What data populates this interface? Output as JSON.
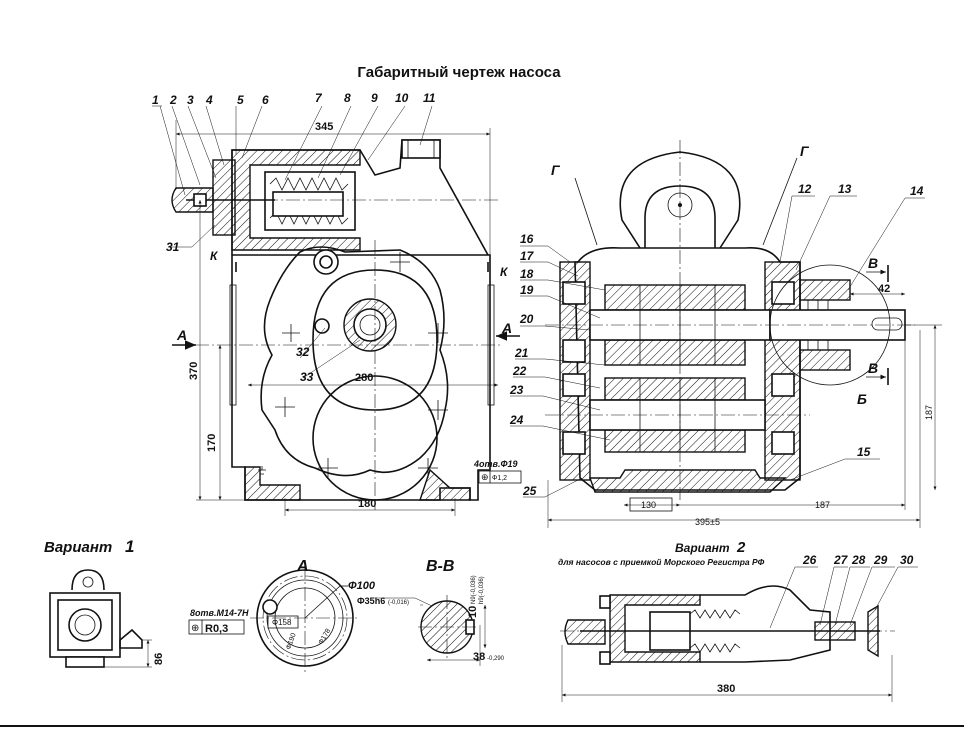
{
  "title": "Габаритный чертеж насоса",
  "callouts": [
    "1",
    "2",
    "3",
    "4",
    "5",
    "6",
    "7",
    "8",
    "9",
    "10",
    "11",
    "12",
    "13",
    "14",
    "15",
    "16",
    "17",
    "18",
    "19",
    "20",
    "21",
    "22",
    "23",
    "24",
    "25",
    "26",
    "27",
    "28",
    "29",
    "30",
    "31",
    "32",
    "33"
  ],
  "section_marks": {
    "k": "К",
    "a": "А",
    "g": "Г",
    "v": "В",
    "b": "Б",
    "view_a": "А",
    "section_vv": "В-В"
  },
  "dimensions": {
    "d345": "345",
    "d370": "370",
    "d280": "280",
    "d170": "170",
    "d180": "180",
    "holes4": "4отв.Ф19",
    "tol_pos_19": "Ф1,2",
    "d130": "130",
    "d395": "395±5",
    "d187h": "187",
    "d187v": "187",
    "d42": "42",
    "d86": "86",
    "holes8": "8отв.М14-7Н",
    "tol_r03": "R0,3",
    "phi100": "Ф100",
    "phi158": "Ф158",
    "phi190": "Ф190",
    "phi178": "Ф178",
    "phi35": "Ф35h6",
    "phi35_tol": "(-0,016)",
    "key10": "10",
    "key10_tol1": "N9(-0,036)",
    "key10_tol2": "h9(-0,036)",
    "d38": "38",
    "d38_tol": "-0,290",
    "d380": "380"
  },
  "variants": {
    "v1_title": "Вариант",
    "v1_num": "1",
    "v2_title": "Вариант",
    "v2_num": "2",
    "v2_subtitle": "для насосов с приемкой Морского Регистра РФ"
  }
}
